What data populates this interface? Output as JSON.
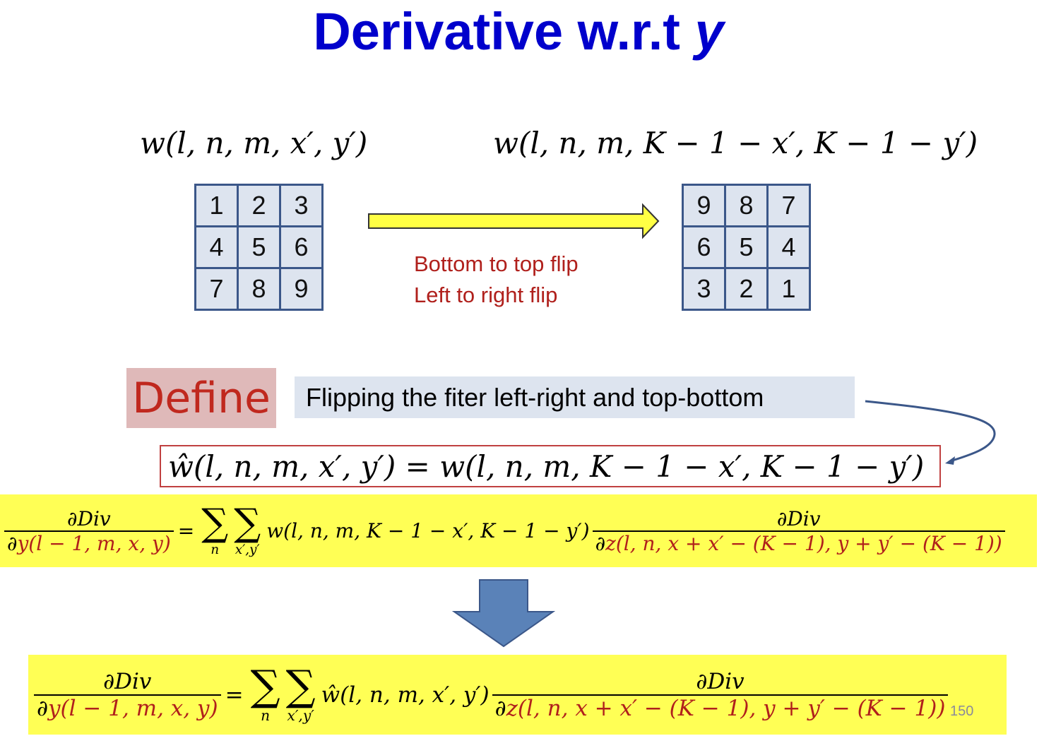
{
  "title": {
    "main": "Derivative w.r.t ",
    "var": "y"
  },
  "formula_left": "w(l, n, m, x′, y′)",
  "formula_right": "w(l, n, m, K − 1 − x′, K − 1 − y′)",
  "grid_original": [
    "1",
    "2",
    "3",
    "4",
    "5",
    "6",
    "7",
    "8",
    "9"
  ],
  "grid_flipped": [
    "9",
    "8",
    "7",
    "6",
    "5",
    "4",
    "3",
    "2",
    "1"
  ],
  "flip_notes": [
    "Bottom to top flip",
    "Left to right flip"
  ],
  "define_label": "Define",
  "define_text": "Flipping the fiter left-right and top-bottom",
  "what_def": "ŵ(l, n, m, x′, y′) = w(l, n, m, K − 1 − x′, K − 1 − y′)",
  "eq1": {
    "num": "∂Div",
    "den_d": "∂",
    "den": "y(l − 1, m, x, y)",
    "eq": "=",
    "sum1": "n",
    "sum2": "x′,y′",
    "term": "w(l, n, m, K − 1 − x′, K − 1 − y′)",
    "num2": "∂Div",
    "den2_d": "∂",
    "den2": "z(l, n, x + x′ − (K − 1), y + y′ − (K − 1))"
  },
  "eq2": {
    "num": "∂Div",
    "den_d": "∂",
    "den": "y(l − 1, m, x, y)",
    "eq": "=",
    "sum1": "n",
    "sum2": "x′,y′",
    "term": "ŵ(l, n, m, x′, y′)",
    "num2": "∂Div",
    "den2_d": "∂",
    "den2": "z(l, n, x + x′ − (K − 1), y + y′ − (K − 1))"
  },
  "page_number": "150"
}
